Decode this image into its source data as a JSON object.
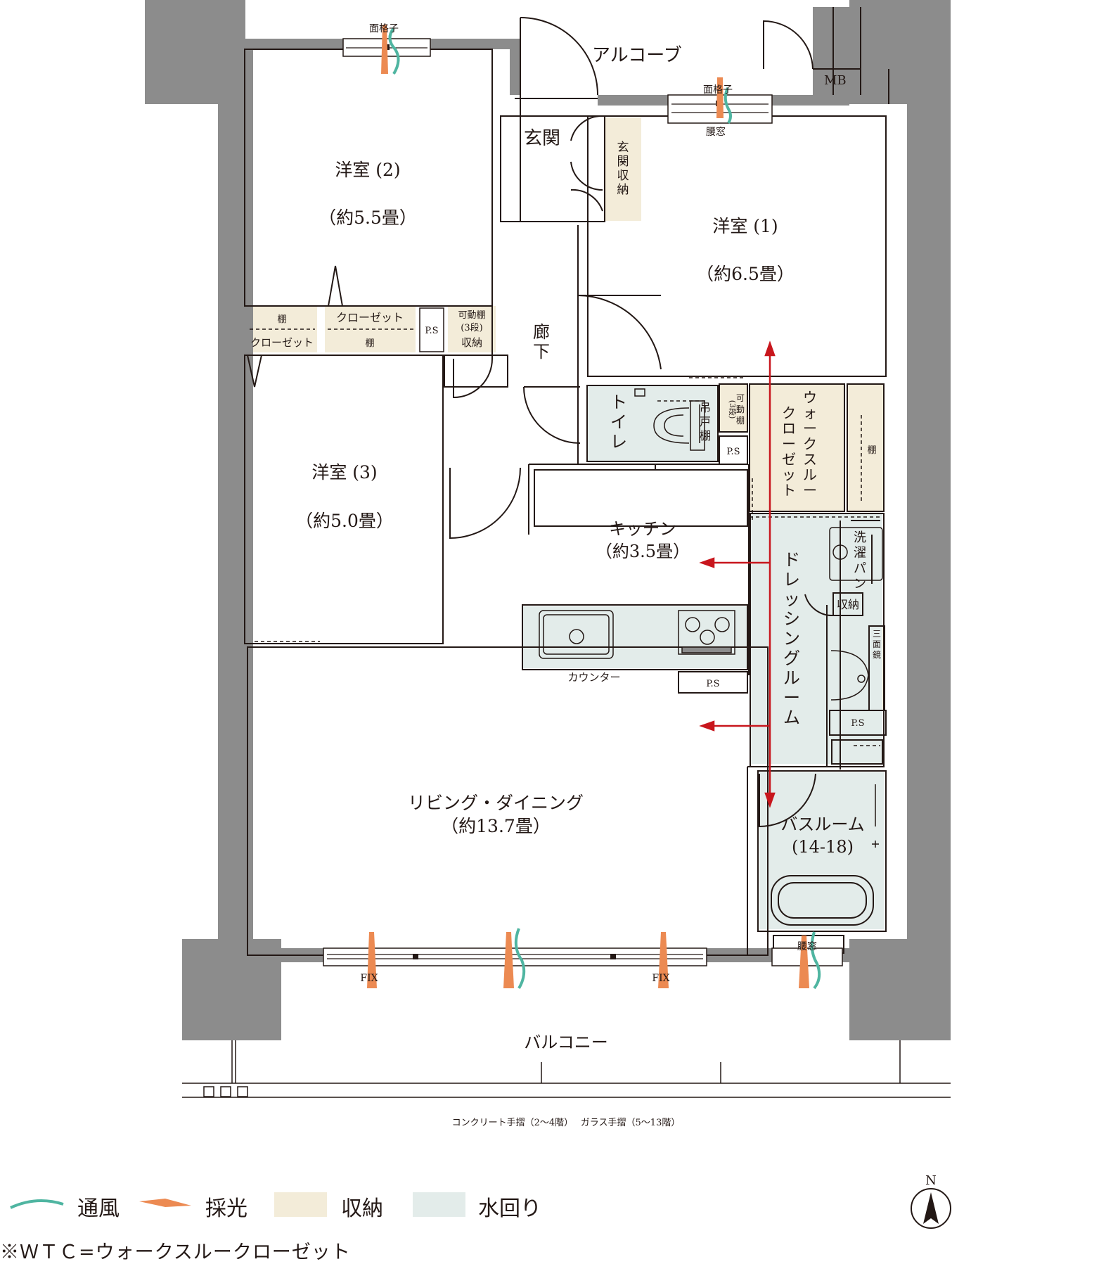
{
  "colors": {
    "wall": "#8c8c8c",
    "wall_dark": "#777777",
    "storage": "#f3ecd9",
    "wet": "#e3ecea",
    "line": "#231815",
    "arrow": "#c8161d",
    "wind": "#4fb5a1",
    "light": "#ec8a52"
  },
  "rooms": {
    "alcove": "アルコーブ",
    "mb": "MB",
    "lattice1": "面格子",
    "lattice2": "面格子",
    "koshimado1": "腰窓",
    "genkan": "玄関",
    "genkan_storage": [
      "玄",
      "関",
      "収",
      "納"
    ],
    "western2_name": "洋室 (2)",
    "western2_size": "（約5.5畳）",
    "western1_name": "洋室 (1)",
    "western1_size": "（約6.5畳）",
    "shelf_closet_a_top": "棚",
    "shelf_closet_a_bottom": "クローゼット",
    "closet_b_top": "クローゼット",
    "closet_b_bottom": "棚",
    "ps1": "P.S",
    "movable_shelf_1": "可動棚",
    "movable_shelf_2": "(3段)",
    "movable_shelf_3": "収納",
    "corridor": [
      "廊",
      "下"
    ],
    "toilet": [
      "ト",
      "イ",
      "レ"
    ],
    "hanging_shelf": [
      "吊",
      "戸",
      "棚"
    ],
    "ps2": "P.S",
    "wic_shelf_a": [
      "可",
      "動",
      "棚"
    ],
    "wic_shelf_b": "(3段)",
    "wic": [
      "ウ",
      "ォ",
      "ー",
      "ク",
      "ス",
      "ル",
      "ー"
    ],
    "wic2": [
      "ク",
      "ロ",
      "ー",
      "ゼ",
      "ッ",
      "ト"
    ],
    "wic_shelf_c": "棚",
    "western3_name": "洋室 (3)",
    "western3_size": "（約5.0畳）",
    "kitchen_name": "キッチン",
    "kitchen_size": "（約3.5畳）",
    "laundry": [
      "洗",
      "濯",
      "パ",
      "ン"
    ],
    "dressing": [
      "ド",
      "レ",
      "ッ",
      "シ",
      "ン",
      "グ",
      "ル",
      "ー",
      "ム"
    ],
    "storage_small": "収納",
    "mirror": [
      "三",
      "面",
      "鏡"
    ],
    "counter": "カウンター",
    "ps3": "P.S",
    "ps4": "P.S",
    "living_name": "リビング・ダイニング",
    "living_size": "（約13.7畳）",
    "bath_name": "バスルーム",
    "bath_size": "(14-18)",
    "fix1": "FIX",
    "fix2": "FIX",
    "koshimado2": "腰窓",
    "balcony": "バルコニー",
    "railing": "コンクリート手摺（2〜4階）　 ガラス手摺（5〜13階）",
    "north": "N"
  },
  "legend": {
    "wind": "通風",
    "light": "採光",
    "storage": "収納",
    "wet": "水回り"
  },
  "note": "※ＷＴＣ=ウォークスルークローゼット"
}
